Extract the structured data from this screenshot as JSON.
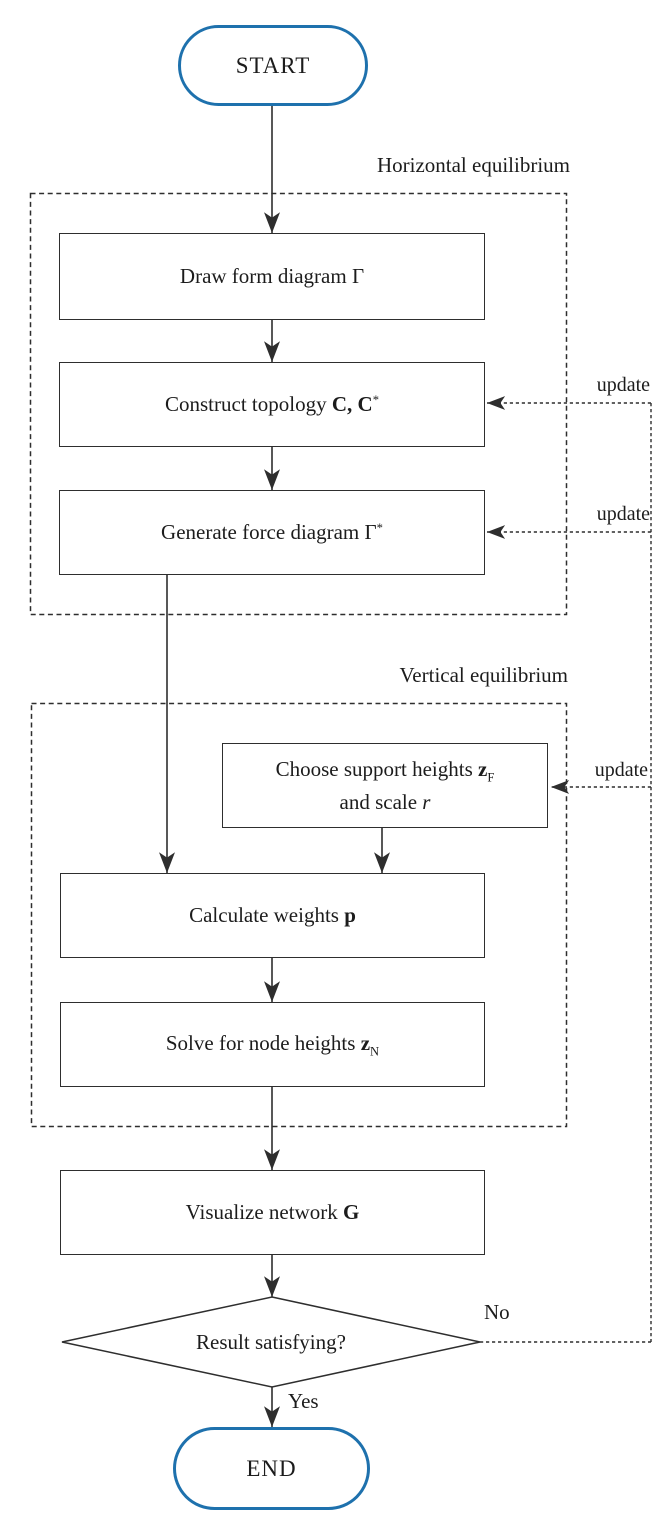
{
  "colors": {
    "terminal_border": "#1e71ad",
    "line": "#2e2e2e",
    "text": "#1c1c1c"
  },
  "nodes": {
    "start": {
      "label": "START"
    },
    "draw_form": {
      "text": "Draw form diagram ",
      "symbol": "Γ"
    },
    "construct_topology": {
      "text": "Construct topology ",
      "bold": "C, C",
      "sup": "*"
    },
    "generate_force": {
      "text": "Generate force diagram ",
      "symbol": "Γ",
      "sup": "*"
    },
    "choose_support": {
      "line1_text": "Choose support heights ",
      "line1_bold": "z",
      "line1_sub": "F",
      "line2_text": "and scale ",
      "line2_var": "r"
    },
    "calculate_weights": {
      "text": "Calculate weights ",
      "bold": "p"
    },
    "solve_heights": {
      "text": "Solve for node heights ",
      "bold": "z",
      "sub": "N"
    },
    "visualize": {
      "text": "Visualize network ",
      "bold": "G"
    },
    "decision": {
      "label": "Result satisfying?"
    },
    "end": {
      "label": "END"
    }
  },
  "groups": {
    "horizontal": {
      "label": "Horizontal equilibrium"
    },
    "vertical": {
      "label": "Vertical equilibrium"
    }
  },
  "edge_labels": {
    "update1": "update",
    "update2": "update",
    "update3": "update",
    "no": "No",
    "yes": "Yes"
  }
}
